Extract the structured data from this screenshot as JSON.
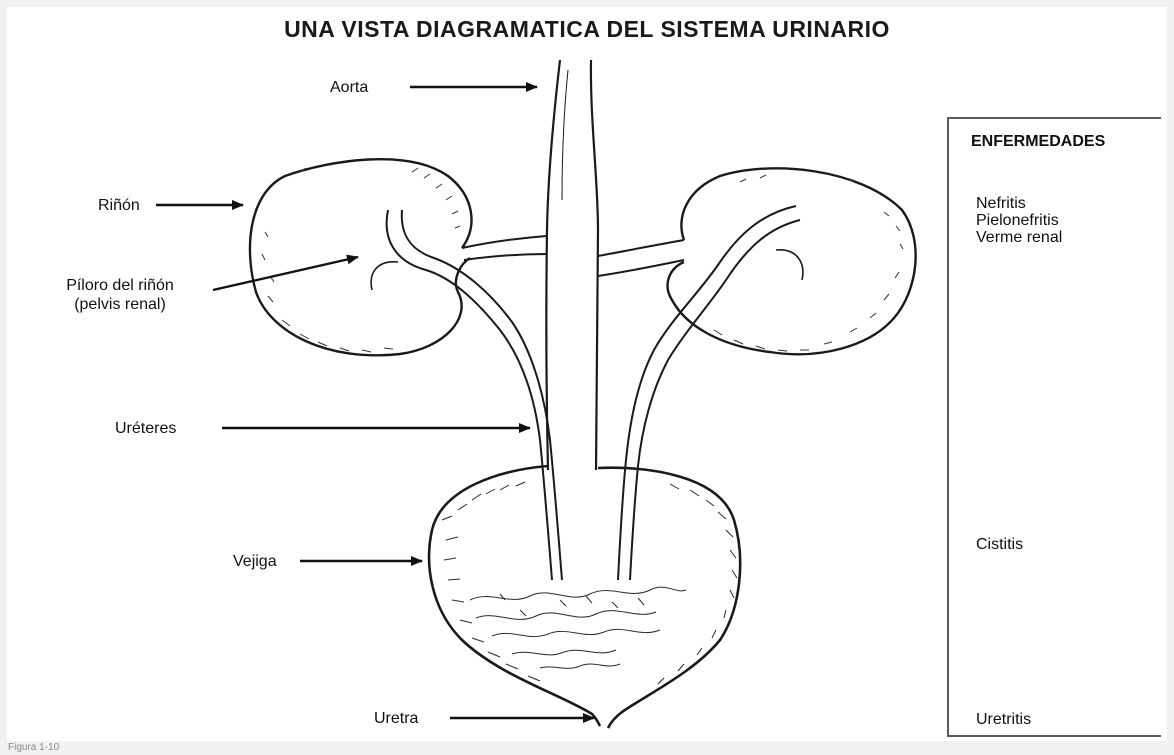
{
  "diagram": {
    "title": "UNA VISTA DIAGRAMATICA DEL SISTEMA URINARIO",
    "labels": {
      "aorta": "Aorta",
      "rinon": "Riñón",
      "piloro_line1": "Píloro del riñón",
      "piloro_line2": "(pelvis renal)",
      "ureteres": "Uréteres",
      "vejiga": "Vejiga",
      "uretra": "Uretra"
    },
    "panel": {
      "title": "ENFERMEDADES",
      "diseases": [
        "Nefritis",
        "Pielonefritis",
        "Verme renal",
        "Cistitis",
        "Uretritis"
      ]
    },
    "caption": "Figura 1-10"
  }
}
